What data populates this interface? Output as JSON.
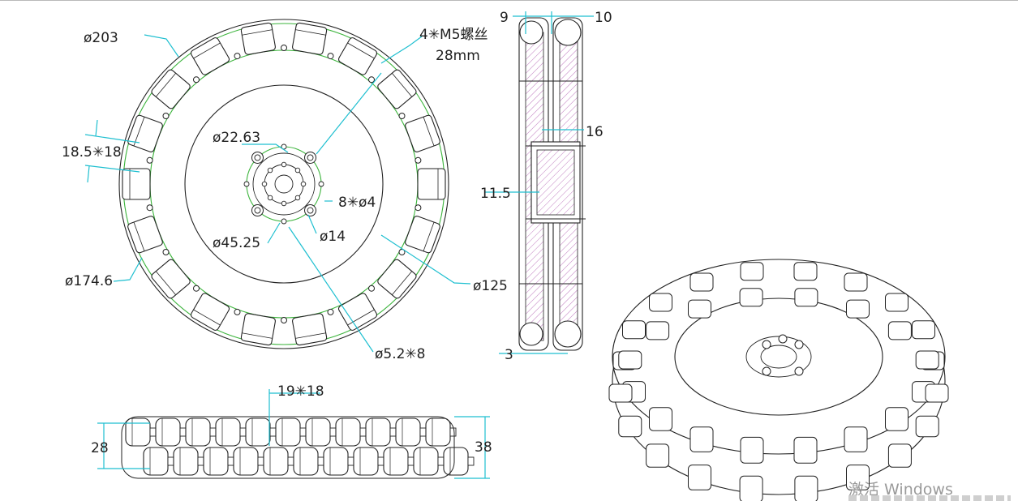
{
  "labels": {
    "d203": "ø203",
    "m5_spec": "4✳M5螺丝",
    "m5_len": "28mm",
    "d22_63": "ø22.63",
    "roller_size": "18.5✳18",
    "pin_holes": "8✳ø4",
    "d45_25": "ø45.25",
    "d14": "ø14",
    "d174_6": "ø174.6",
    "d125": "ø125",
    "d5_2": "ø5.2✳8",
    "side_9": "9",
    "side_10": "10",
    "side_16": "16",
    "side_11_5": "11.5",
    "side_3": "3",
    "bottom_19x18": "19✳18",
    "bottom_28": "28",
    "bottom_38": "38"
  },
  "watermark": "激活 Windows",
  "colors": {
    "leader": "#1ebfd0",
    "outline": "#222222",
    "construction": "#3cb43c",
    "hatch": "#b05ab0"
  }
}
